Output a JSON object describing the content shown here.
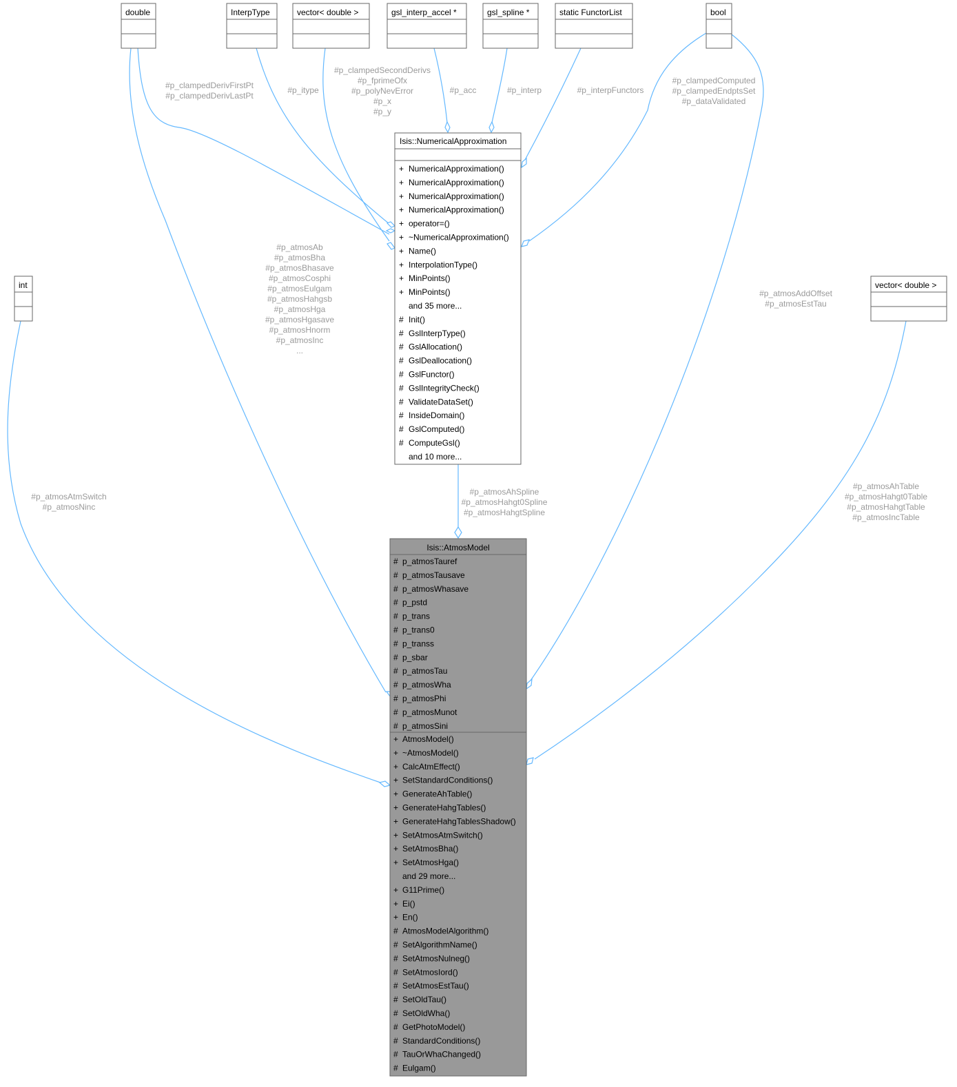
{
  "nodes": {
    "double": "double",
    "interp_type": "InterpType",
    "vector_top": "vector< double >",
    "gsl_interp_accel": "gsl_interp_accel *",
    "gsl_spline": "gsl_spline *",
    "functor_list": "static FunctorList",
    "bool": "bool",
    "int": "int",
    "vector_right": "vector< double >"
  },
  "numerical_approximation": {
    "title": "Isis::NumericalApproximation",
    "methods": [
      [
        "+",
        "NumericalApproximation()"
      ],
      [
        "+",
        "NumericalApproximation()"
      ],
      [
        "+",
        "NumericalApproximation()"
      ],
      [
        "+",
        "NumericalApproximation()"
      ],
      [
        "+",
        "operator=()"
      ],
      [
        "+",
        "~NumericalApproximation()"
      ],
      [
        "+",
        "Name()"
      ],
      [
        "+",
        "InterpolationType()"
      ],
      [
        "+",
        "MinPoints()"
      ],
      [
        "+",
        "MinPoints()"
      ],
      [
        "",
        "and 35 more..."
      ],
      [
        "#",
        "Init()"
      ],
      [
        "#",
        "GslInterpType()"
      ],
      [
        "#",
        "GslAllocation()"
      ],
      [
        "#",
        "GslDeallocation()"
      ],
      [
        "#",
        "GslFunctor()"
      ],
      [
        "#",
        "GslIntegrityCheck()"
      ],
      [
        "#",
        "ValidateDataSet()"
      ],
      [
        "#",
        "InsideDomain()"
      ],
      [
        "#",
        "GslComputed()"
      ],
      [
        "#",
        "ComputeGsl()"
      ],
      [
        "",
        "and 10 more..."
      ]
    ]
  },
  "atmos_model": {
    "title": "Isis::AtmosModel",
    "attributes": [
      [
        "#",
        "p_atmosTauref"
      ],
      [
        "#",
        "p_atmosTausave"
      ],
      [
        "#",
        "p_atmosWhasave"
      ],
      [
        "#",
        "p_pstd"
      ],
      [
        "#",
        "p_trans"
      ],
      [
        "#",
        "p_trans0"
      ],
      [
        "#",
        "p_transs"
      ],
      [
        "#",
        "p_sbar"
      ],
      [
        "#",
        "p_atmosTau"
      ],
      [
        "#",
        "p_atmosWha"
      ],
      [
        "#",
        "p_atmosPhi"
      ],
      [
        "#",
        "p_atmosMunot"
      ],
      [
        "#",
        "p_atmosSini"
      ]
    ],
    "methods": [
      [
        "+",
        "AtmosModel()"
      ],
      [
        "+",
        "~AtmosModel()"
      ],
      [
        "+",
        "CalcAtmEffect()"
      ],
      [
        "+",
        "SetStandardConditions()"
      ],
      [
        "+",
        "GenerateAhTable()"
      ],
      [
        "+",
        "GenerateHahgTables()"
      ],
      [
        "+",
        "GenerateHahgTablesShadow()"
      ],
      [
        "+",
        "SetAtmosAtmSwitch()"
      ],
      [
        "+",
        "SetAtmosBha()"
      ],
      [
        "+",
        "SetAtmosHga()"
      ],
      [
        "",
        "and 29 more..."
      ],
      [
        "+",
        "G11Prime()"
      ],
      [
        "+",
        "Ei()"
      ],
      [
        "+",
        "En()"
      ],
      [
        "#",
        "AtmosModelAlgorithm()"
      ],
      [
        "#",
        "SetAlgorithmName()"
      ],
      [
        "#",
        "SetAtmosNulneg()"
      ],
      [
        "#",
        "SetAtmosIord()"
      ],
      [
        "#",
        "SetAtmosEstTau()"
      ],
      [
        "#",
        "SetOldTau()"
      ],
      [
        "#",
        "SetOldWha()"
      ],
      [
        "#",
        "GetPhotoModel()"
      ],
      [
        "#",
        "StandardConditions()"
      ],
      [
        "#",
        "TauOrWhaChanged()"
      ],
      [
        "#",
        "Eulgam()"
      ]
    ]
  },
  "edge_labels": {
    "double_na": [
      "#p_clampedDerivFirstPt",
      "#p_clampedDerivLastPt"
    ],
    "interp_na": [
      "#p_itype"
    ],
    "vector_na": [
      "#p_clampedSecondDerivs",
      "#p_fprimeOfx",
      "#p_polyNevError",
      "#p_x",
      "#p_y"
    ],
    "accel_na": [
      "#p_acc"
    ],
    "spline_na": [
      "#p_interp"
    ],
    "functor_na": [
      "#p_interpFunctors"
    ],
    "bool_na": [
      "#p_clampedComputed",
      "#p_clampedEndptsSet",
      "#p_dataValidated"
    ],
    "double_am": [
      "#p_atmosAb",
      "#p_atmosBha",
      "#p_atmosBhasave",
      "#p_atmosCosphi",
      "#p_atmosEulgam",
      "#p_atmosHahgsb",
      "#p_atmosHga",
      "#p_atmosHgasave",
      "#p_atmosHnorm",
      "#p_atmosInc",
      "..."
    ],
    "bool_am": [
      "#p_atmosAddOffset",
      "#p_atmosEstTau"
    ],
    "int_am": [
      "#p_atmosAtmSwitch",
      "#p_atmosNinc"
    ],
    "na_am": [
      "#p_atmosAhSpline",
      "#p_atmosHahgt0Spline",
      "#p_atmosHahgtSpline"
    ],
    "vector_am": [
      "#p_atmosAhTable",
      "#p_atmosHahgt0Table",
      "#p_atmosHahgtTable",
      "#p_atmosIncTable"
    ]
  },
  "colors": {
    "edge": "#63b8ff",
    "label": "#9a9a9a",
    "highlight_fill": "#999999"
  }
}
